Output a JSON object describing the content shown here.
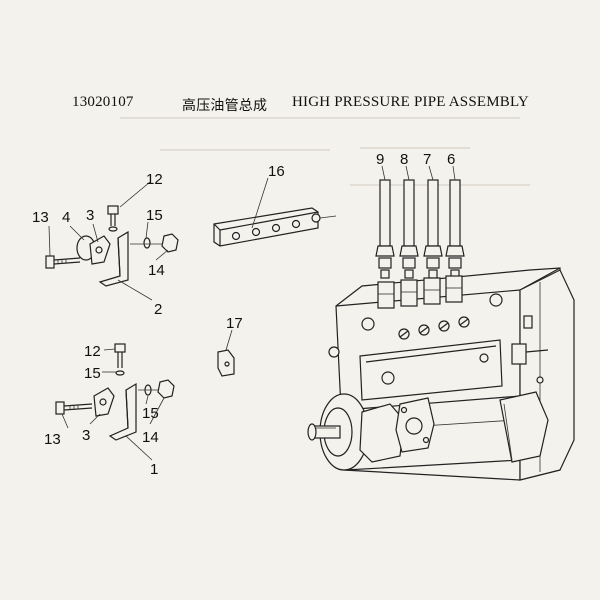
{
  "header": {
    "part_number": "13020107",
    "title_cn": "高压油管总成",
    "title_en": "HIGH PRESSURE PIPE  ASSEMBLY"
  },
  "callouts": {
    "c1": "1",
    "c2": "2",
    "c3a": "3",
    "c3b": "3",
    "c4": "4",
    "c6": "6",
    "c7": "7",
    "c8": "8",
    "c9": "9",
    "c12a": "12",
    "c12b": "12",
    "c13a": "13",
    "c13b": "13",
    "c14a": "14",
    "c14b": "14",
    "c15a": "15",
    "c15b": "15",
    "c15c": "15",
    "c16": "16",
    "c17": "17"
  },
  "colors": {
    "ink": "#222222",
    "paper": "#f4f2ec"
  }
}
